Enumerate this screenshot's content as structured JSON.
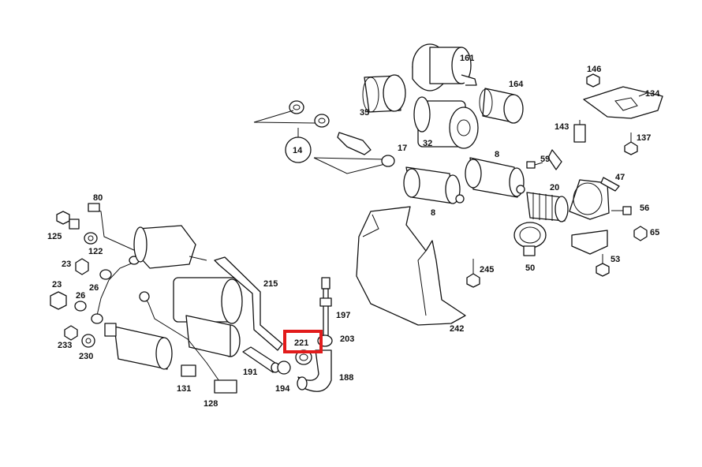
{
  "diagram": {
    "highlight_color": "#e21b1b",
    "highlighted_part": "221",
    "labels": {
      "p161": "161",
      "p164": "164",
      "p35": "35",
      "p32": "32",
      "p14": "14",
      "p17": "17",
      "p8a": "8",
      "p8b": "8",
      "p59": "59",
      "p20": "20",
      "p143": "143",
      "p146": "146",
      "p134": "134",
      "p137": "137",
      "p47": "47",
      "p56": "56",
      "p65": "65",
      "p50": "50",
      "p53": "53",
      "p245": "245",
      "p242": "242",
      "p80": "80",
      "p125": "125",
      "p122": "122",
      "p23a": "23",
      "p26a": "26",
      "p23b": "23",
      "p26b": "26",
      "p233": "233",
      "p230": "230",
      "p215": "215",
      "p197": "197",
      "p221": "221",
      "p203": "203",
      "p191": "191",
      "p194": "194",
      "p188": "188",
      "p131": "131",
      "p128": "128"
    }
  }
}
